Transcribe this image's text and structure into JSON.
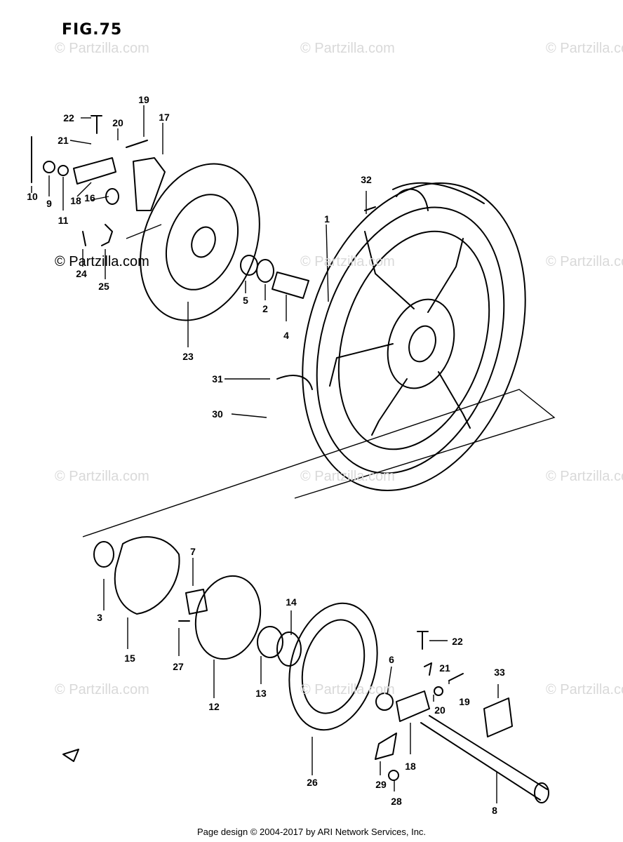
{
  "figure": {
    "title": "FIG.75"
  },
  "watermarks": [
    "© Partzilla.com",
    "© Partzilla.com",
    "© Partzilla.com",
    "© Partzilla.com",
    "© Partzilla.com",
    "© Partzilla.com",
    "© Partzilla.com",
    "© Partzilla.com",
    "© Partzilla.com",
    "© Partzilla.com",
    "© Partzilla.com",
    "© Partzilla.com"
  ],
  "callouts": [
    "1",
    "2",
    "3",
    "4",
    "5",
    "6",
    "7",
    "8",
    "9",
    "10",
    "11",
    "12",
    "13",
    "14",
    "15",
    "16",
    "17",
    "18",
    "18",
    "19",
    "19",
    "20",
    "20",
    "21",
    "21",
    "22",
    "22",
    "23",
    "24",
    "25",
    "26",
    "27",
    "28",
    "29",
    "30",
    "31",
    "32",
    "33"
  ],
  "footer": {
    "text": "Page design © 2004-2017 by ARI Network Services, Inc."
  }
}
